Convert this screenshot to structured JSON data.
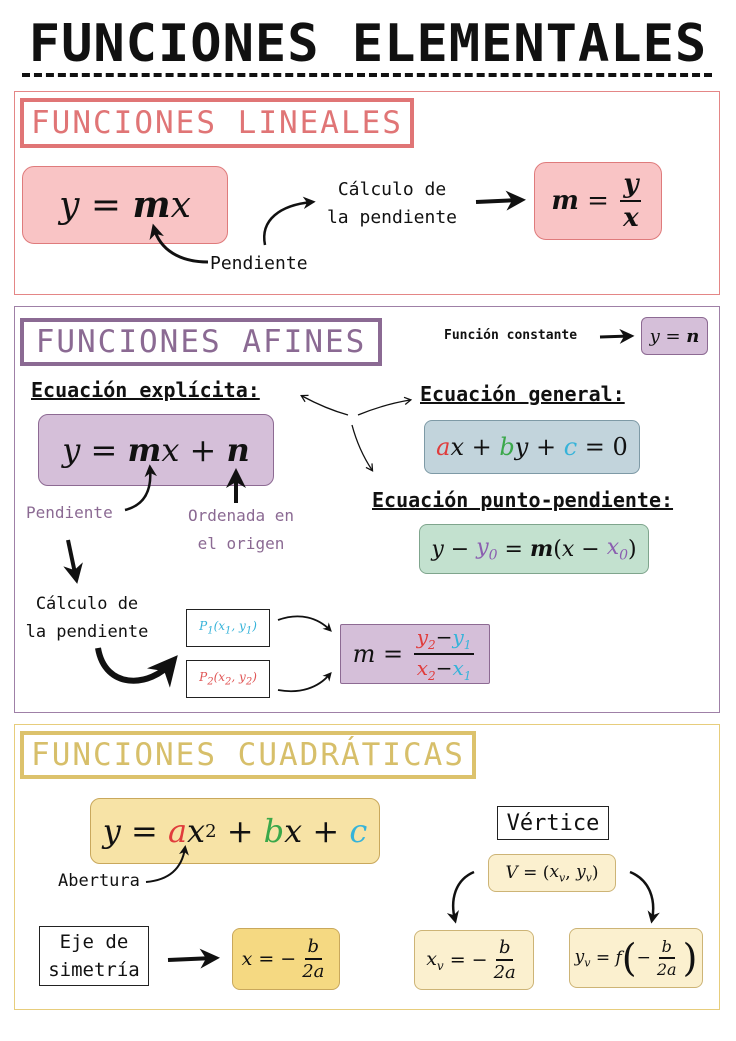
{
  "title": "FUNCIONES ELEMENTALES",
  "lineales": {
    "heading": "FUNCIONES LINEALES",
    "calc_line1": "Cálculo de",
    "calc_line2": "la pendiente",
    "pendiente": "Pendiente"
  },
  "afines": {
    "heading": "FUNCIONES AFINES",
    "constante_label": "Función constante",
    "explicita_label": "Ecuación explícita:",
    "general_label": "Ecuación general:",
    "punto_label": "Ecuación punto-pendiente:",
    "pendiente": "Pendiente",
    "ordenada_line1": "Ordenada en",
    "ordenada_line2": "el origen",
    "calc_line1": "Cálculo de",
    "calc_line2": "la pendiente"
  },
  "cuadraticas": {
    "heading": "FUNCIONES CUADRÁTICAS",
    "abertura": "Abertura",
    "vertice": "Vértice",
    "eje_line1": "Eje de",
    "eje_line2": "simetría"
  },
  "colors": {
    "lineales": "#e07576",
    "afines": "#8b6a93",
    "cuadraticas": "#dcc26c"
  }
}
